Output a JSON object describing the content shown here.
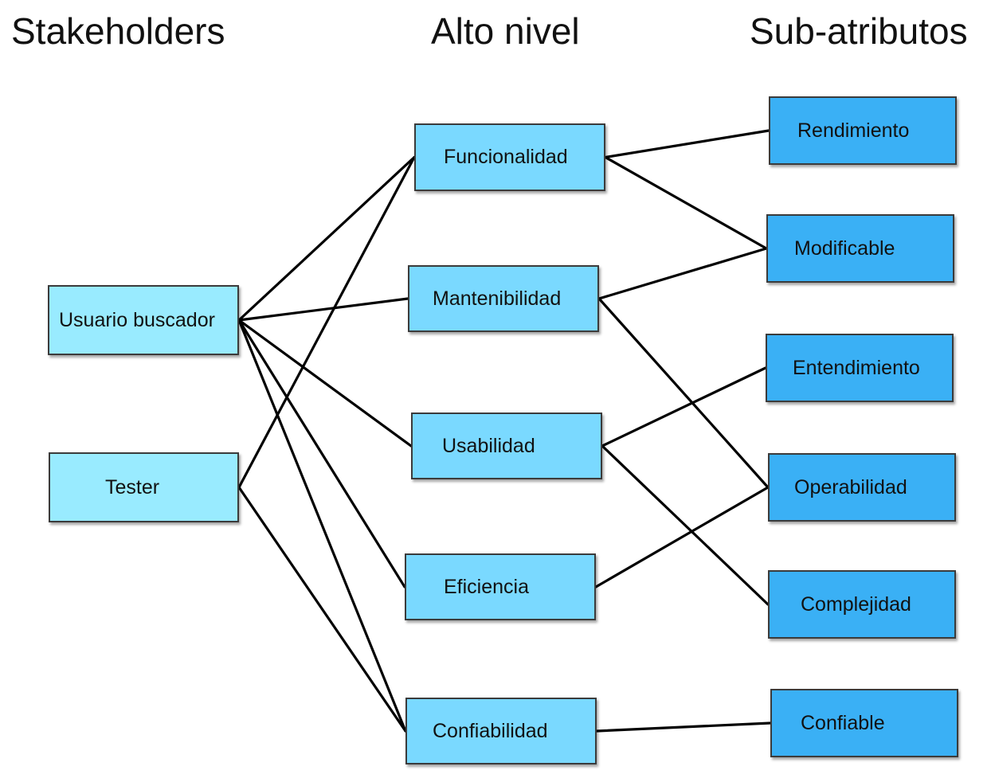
{
  "headers": {
    "stakeholders": "Stakeholders",
    "alto_nivel": "Alto nivel",
    "sub_atributos": "Sub-atributos"
  },
  "stakeholders": [
    {
      "id": "usuario",
      "label": "Usuario buscador"
    },
    {
      "id": "tester",
      "label": "Tester"
    }
  ],
  "alto_nivel": [
    {
      "id": "funcionalidad",
      "label": "Funcionalidad"
    },
    {
      "id": "mantenibilidad",
      "label": "Mantenibilidad"
    },
    {
      "id": "usabilidad",
      "label": "Usabilidad"
    },
    {
      "id": "eficiencia",
      "label": "Eficiencia"
    },
    {
      "id": "confiabilidad",
      "label": "Confiabilidad"
    }
  ],
  "sub_atributos": [
    {
      "id": "rendimiento",
      "label": "Rendimiento"
    },
    {
      "id": "modificable",
      "label": "Modificable"
    },
    {
      "id": "entendimiento",
      "label": "Entendimiento"
    },
    {
      "id": "operabilidad",
      "label": "Operabilidad"
    },
    {
      "id": "complejidad",
      "label": "Complejidad"
    },
    {
      "id": "confiable",
      "label": "Confiable"
    }
  ],
  "edges": [
    [
      "usuario",
      "funcionalidad"
    ],
    [
      "usuario",
      "mantenibilidad"
    ],
    [
      "usuario",
      "usabilidad"
    ],
    [
      "usuario",
      "eficiencia"
    ],
    [
      "usuario",
      "confiabilidad"
    ],
    [
      "tester",
      "funcionalidad"
    ],
    [
      "tester",
      "confiabilidad"
    ],
    [
      "funcionalidad",
      "rendimiento"
    ],
    [
      "funcionalidad",
      "modificable"
    ],
    [
      "mantenibilidad",
      "modificable"
    ],
    [
      "mantenibilidad",
      "operabilidad"
    ],
    [
      "usabilidad",
      "entendimiento"
    ],
    [
      "usabilidad",
      "complejidad"
    ],
    [
      "eficiencia",
      "operabilidad"
    ],
    [
      "confiabilidad",
      "confiable"
    ]
  ],
  "colors": {
    "stakeholder_fill": "#99ebff",
    "alto_nivel_fill": "#7ad9ff",
    "sub_atributo_fill": "#3ab0f5",
    "edge": "#000000"
  }
}
